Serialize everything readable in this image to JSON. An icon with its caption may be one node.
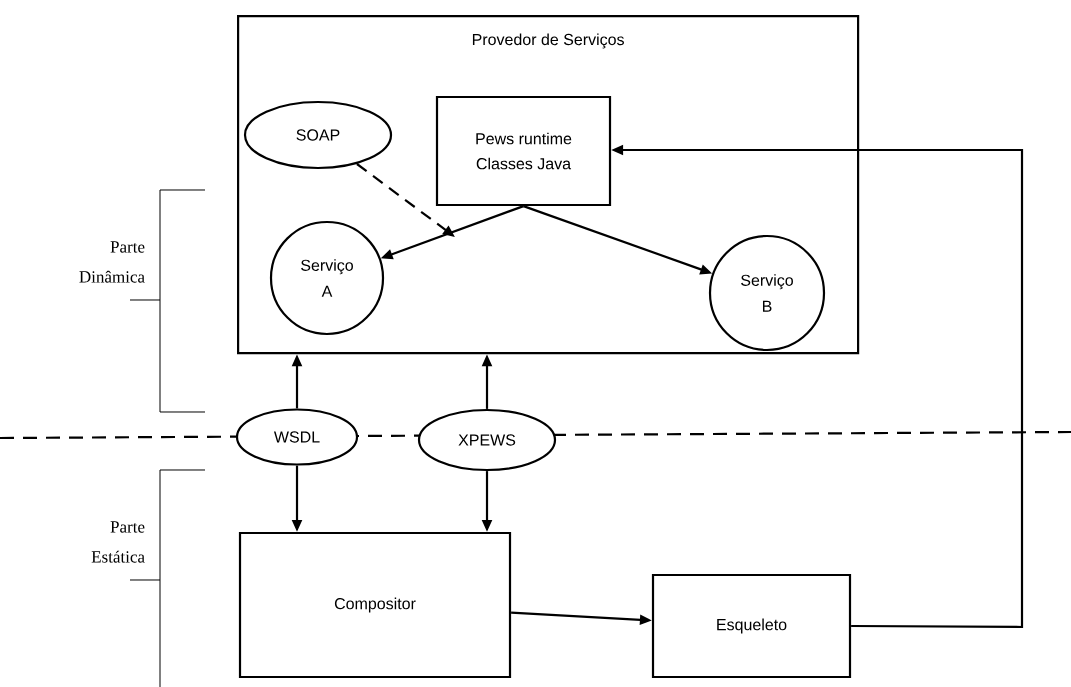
{
  "diagram": {
    "nodes": [
      {
        "text": [
          "Provedor de Serviços"
        ]
      },
      {
        "text": [
          "SOAP"
        ],
        "in": 0
      },
      {
        "text": [
          "Pews runtime",
          "Classes Java"
        ],
        "in": 0
      },
      {
        "text": [
          "Serviço A"
        ],
        "in": 0
      },
      {
        "text": [
          "Serviço B"
        ],
        "in": 0
      },
      {
        "text": [
          "WSDL"
        ]
      },
      {
        "text": [
          "XPEWS"
        ]
      },
      {
        "text": [
          "Compositor"
        ]
      },
      {
        "text": [
          "Esqueleto"
        ]
      }
    ],
    "edges": [
      {
        "from": 1,
        "to": null,
        "arrow": "to",
        "style": "dashed"
      },
      {
        "from": 2,
        "to": 3,
        "arrow": "to"
      },
      {
        "from": 2,
        "to": 4,
        "arrow": "to"
      },
      {
        "from": 5,
        "to": 0,
        "arrow": "to"
      },
      {
        "from": 6,
        "to": 0,
        "arrow": "to"
      },
      {
        "from": 5,
        "to": 7,
        "arrow": "to"
      },
      {
        "from": 6,
        "to": 7,
        "arrow": "to"
      },
      {
        "from": 7,
        "to": 8,
        "arrow": "to"
      },
      {
        "from": 8,
        "to": 2,
        "arrow": "to"
      }
    ],
    "labels": [
      "Parte Dinâmica",
      "Parte Estática"
    ]
  }
}
